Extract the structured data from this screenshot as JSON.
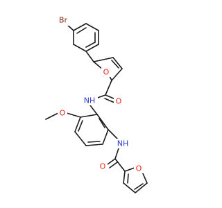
{
  "colors": {
    "bond": "#1a1a1a",
    "carbon": "#1a1a1a",
    "oxygen": "#e8251a",
    "nitrogen": "#2a38c8",
    "bromine": "#8b2a1a"
  },
  "atoms": {
    "br": "Br",
    "o_furan1": "O",
    "o_amide1": "O",
    "nh1": "NH",
    "o_methoxy": "O",
    "nh2": "NH",
    "o_amide2": "O",
    "o_furan2": "O"
  }
}
